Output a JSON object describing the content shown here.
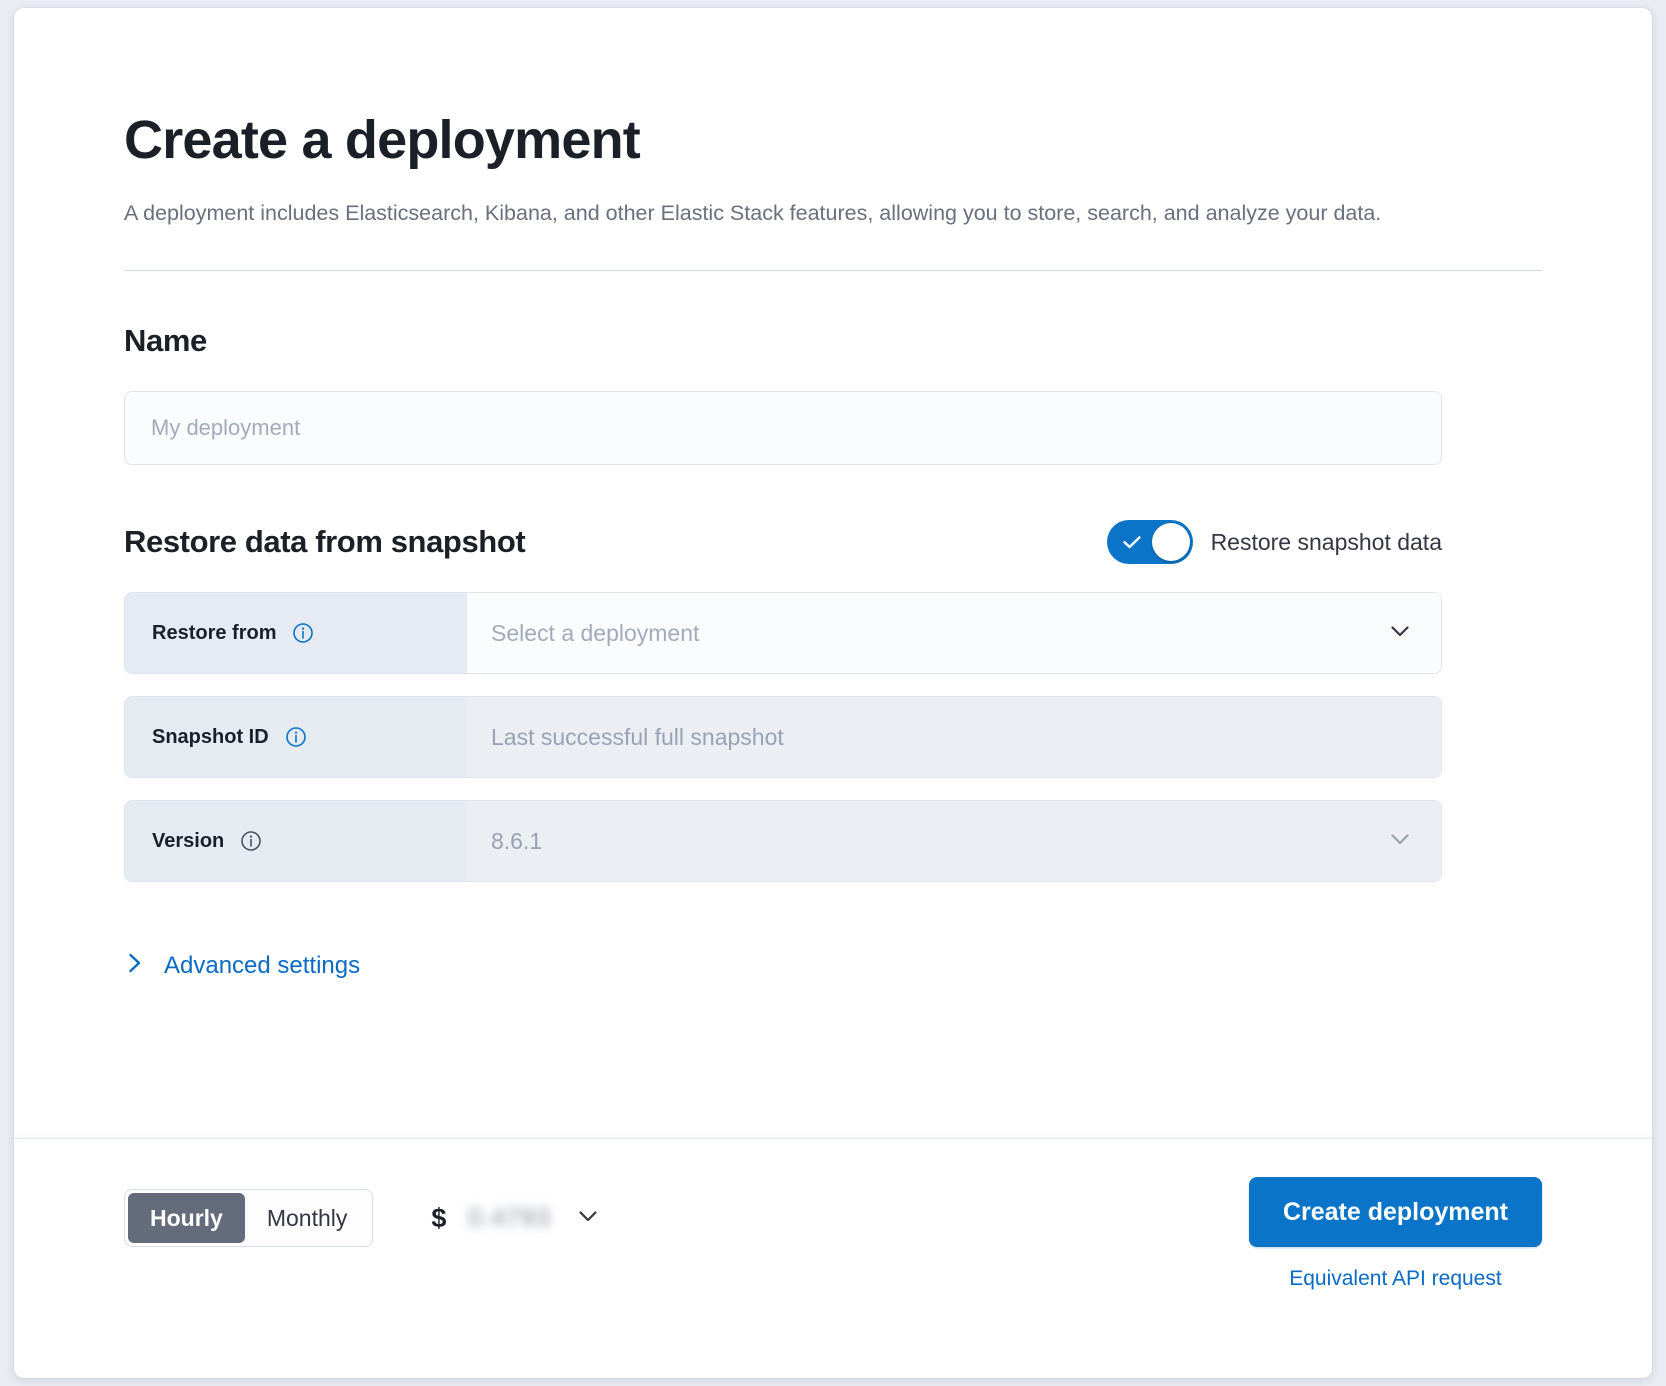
{
  "page": {
    "title": "Create a deployment",
    "description": "A deployment includes Elasticsearch, Kibana, and other Elastic Stack features, allowing you to store, search, and analyze your data."
  },
  "name_section": {
    "heading": "Name",
    "input_placeholder": "My deployment",
    "input_value": ""
  },
  "snapshot_section": {
    "heading": "Restore data from snapshot",
    "toggle_label": "Restore snapshot data",
    "toggle_on": true,
    "rows": [
      {
        "label": "Restore from",
        "value": "Select a deployment",
        "is_placeholder": true,
        "disabled": false,
        "control": "dropdown",
        "info": true
      },
      {
        "label": "Snapshot ID",
        "value": "Last successful full snapshot",
        "is_placeholder": true,
        "disabled": true,
        "control": "text",
        "info": true
      },
      {
        "label": "Version",
        "value": "8.6.1",
        "is_placeholder": false,
        "disabled": true,
        "control": "dropdown",
        "info": true
      }
    ],
    "advanced_settings_label": "Advanced settings"
  },
  "footer": {
    "billing_options": [
      {
        "label": "Hourly",
        "selected": true
      },
      {
        "label": "Monthly",
        "selected": false
      }
    ],
    "price_currency_symbol": "$",
    "price_amount": "0.4793",
    "price_redacted": true,
    "create_button_label": "Create deployment",
    "api_request_link_label": "Equivalent API request"
  },
  "colors": {
    "accent_blue": "#0a75c8",
    "link_blue": "#0a6bc4",
    "segment_active": "#646c7c",
    "label_bg": "#e6eaf3",
    "disabled_field_bg": "#ebeff4",
    "text_primary": "#1b1f27",
    "text_muted": "#69707d",
    "placeholder": "#a2abba"
  }
}
